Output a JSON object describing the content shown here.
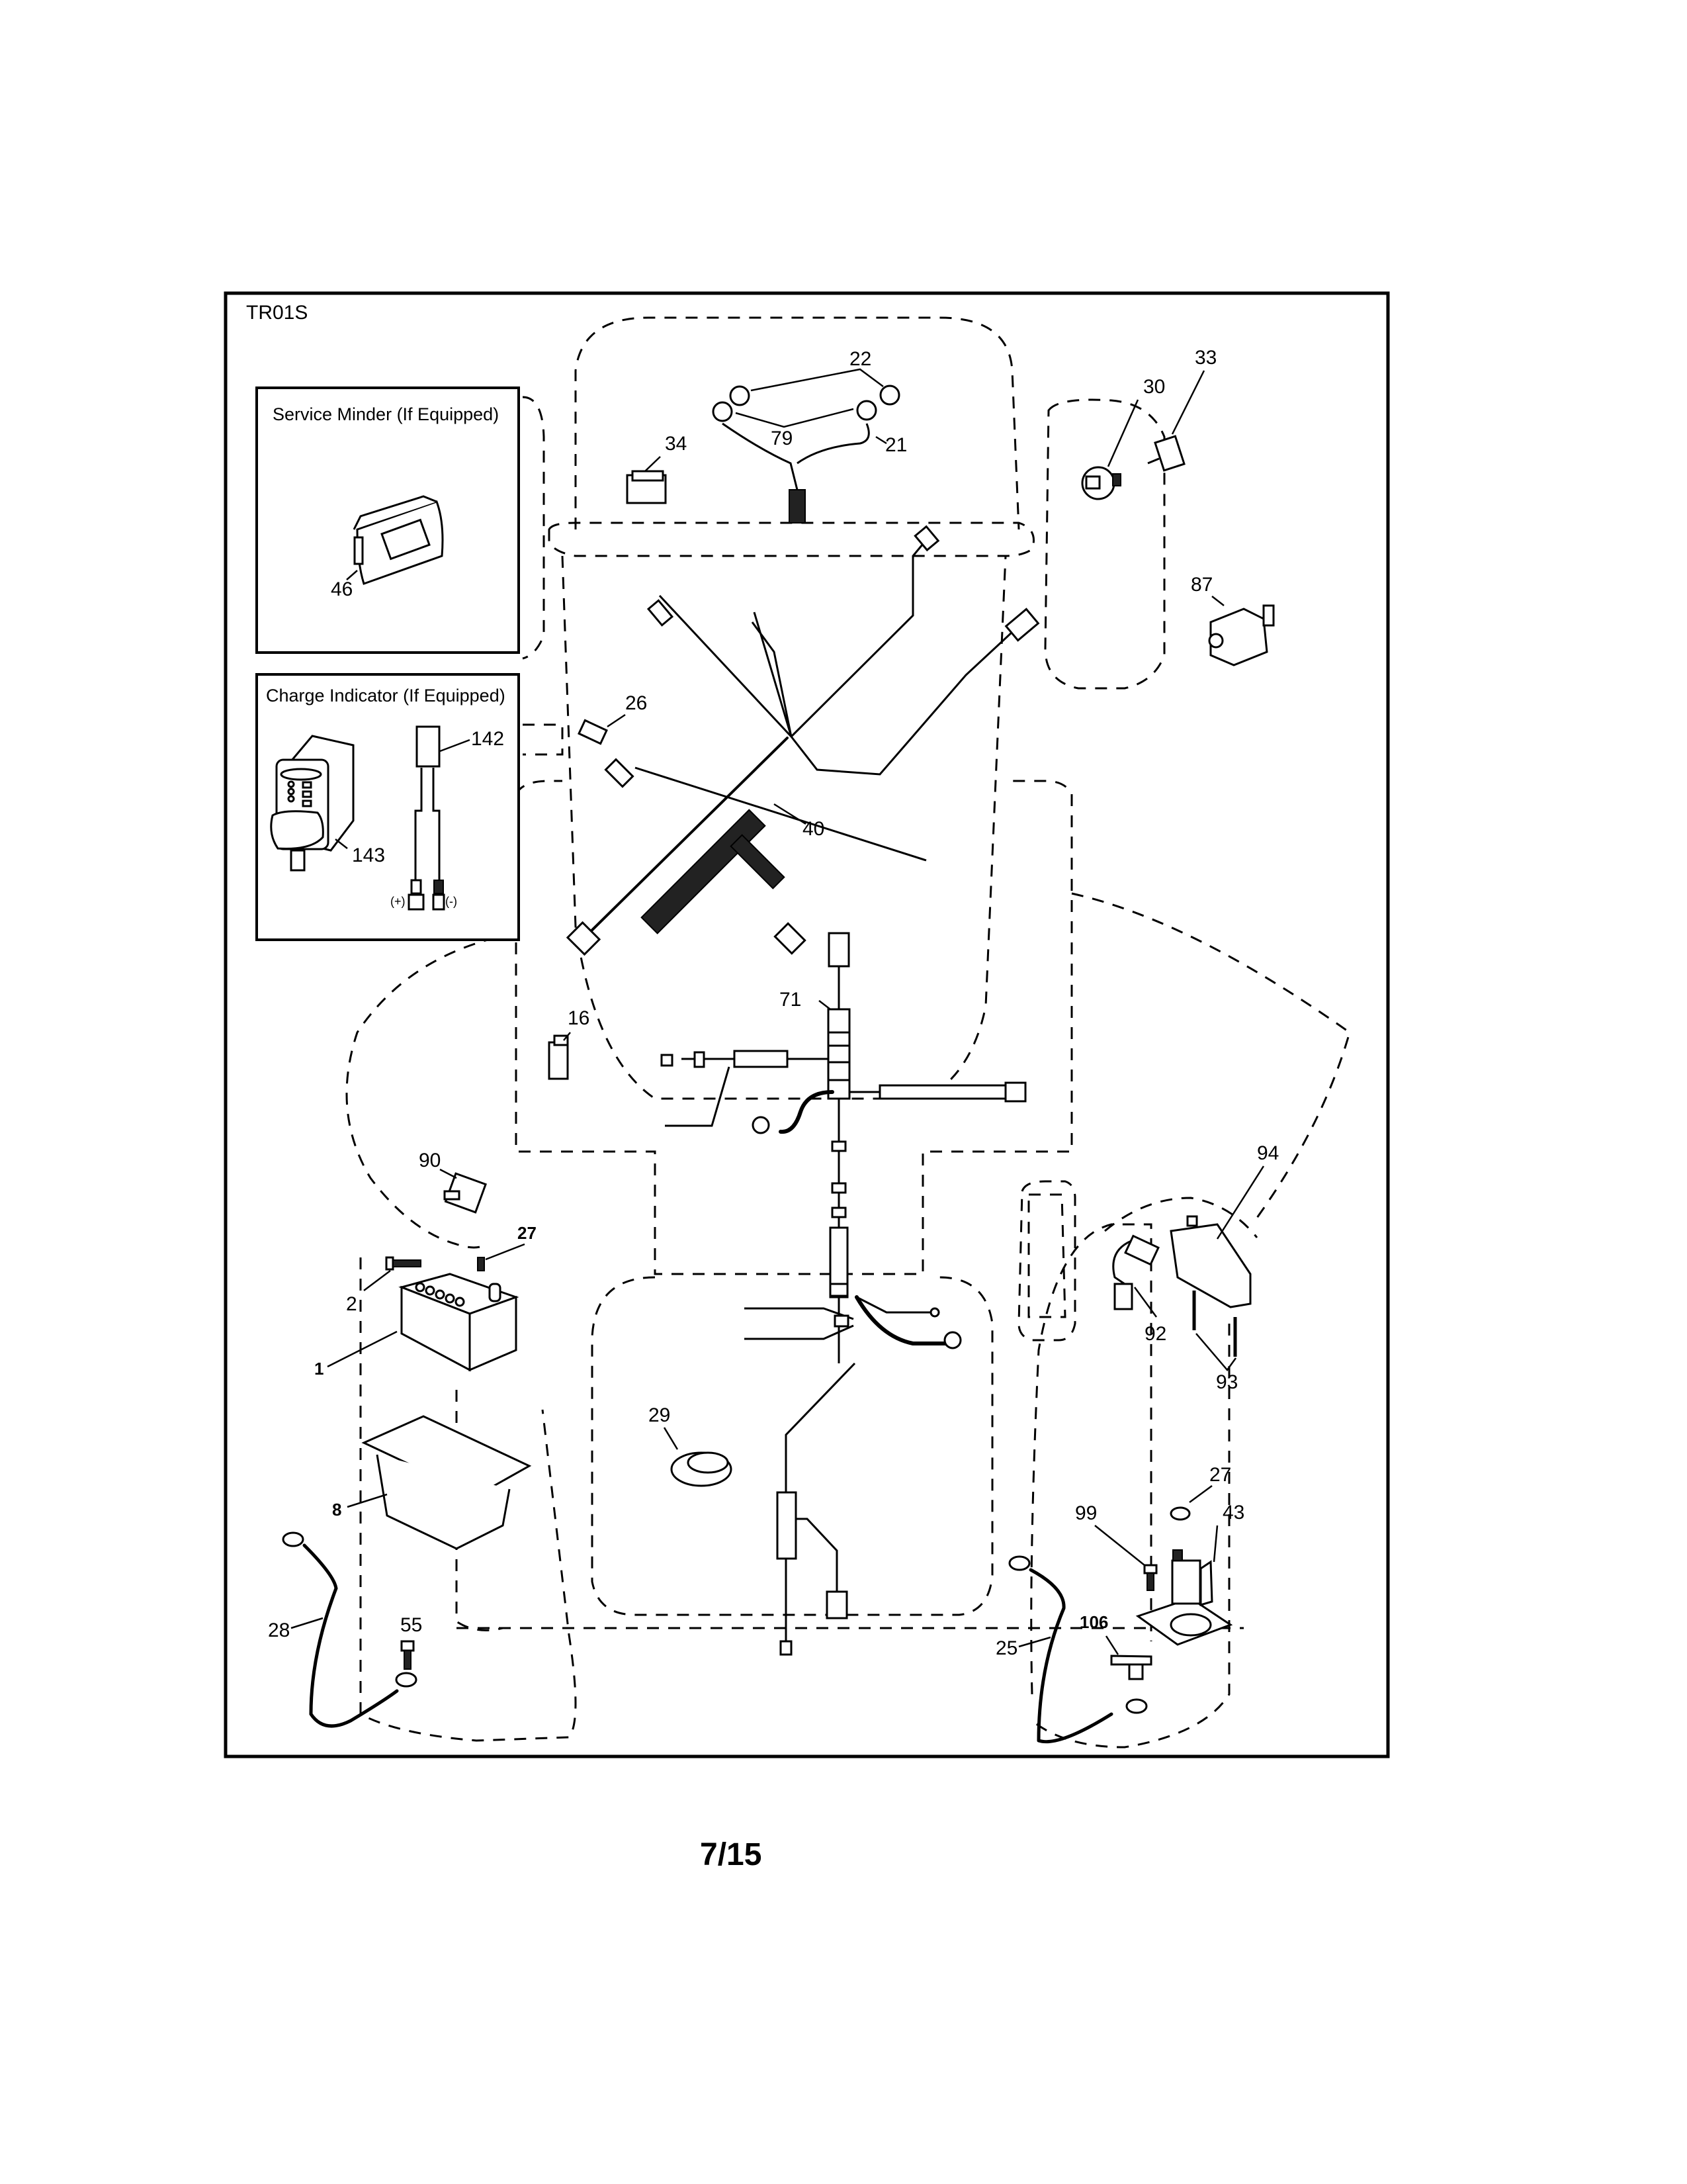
{
  "diagram": {
    "code": "TR01S",
    "page_number": "7/15",
    "insets": {
      "service_minder": {
        "title": "Service Minder (If Equipped)",
        "part": "46"
      },
      "charge_indicator": {
        "title": "Charge Indicator (If Equipped)",
        "parts": [
          "142",
          "143"
        ],
        "plus_label": "(+)",
        "minus_label": "(-)"
      }
    },
    "callouts": {
      "p1": "1",
      "p2": "2",
      "p8": "8",
      "p16": "16",
      "p21": "21",
      "p22": "22",
      "p25": "25",
      "p26": "26",
      "p27a": "27",
      "p27b": "27",
      "p28": "28",
      "p29": "29",
      "p30": "30",
      "p33": "33",
      "p34": "34",
      "p40": "40",
      "p43": "43",
      "p46": "46",
      "p55": "55",
      "p71": "71",
      "p79": "79",
      "p87": "87",
      "p90": "90",
      "p92": "92",
      "p93": "93",
      "p94": "94",
      "p99": "99",
      "p106": "106",
      "p142": "142",
      "p143": "143"
    }
  }
}
